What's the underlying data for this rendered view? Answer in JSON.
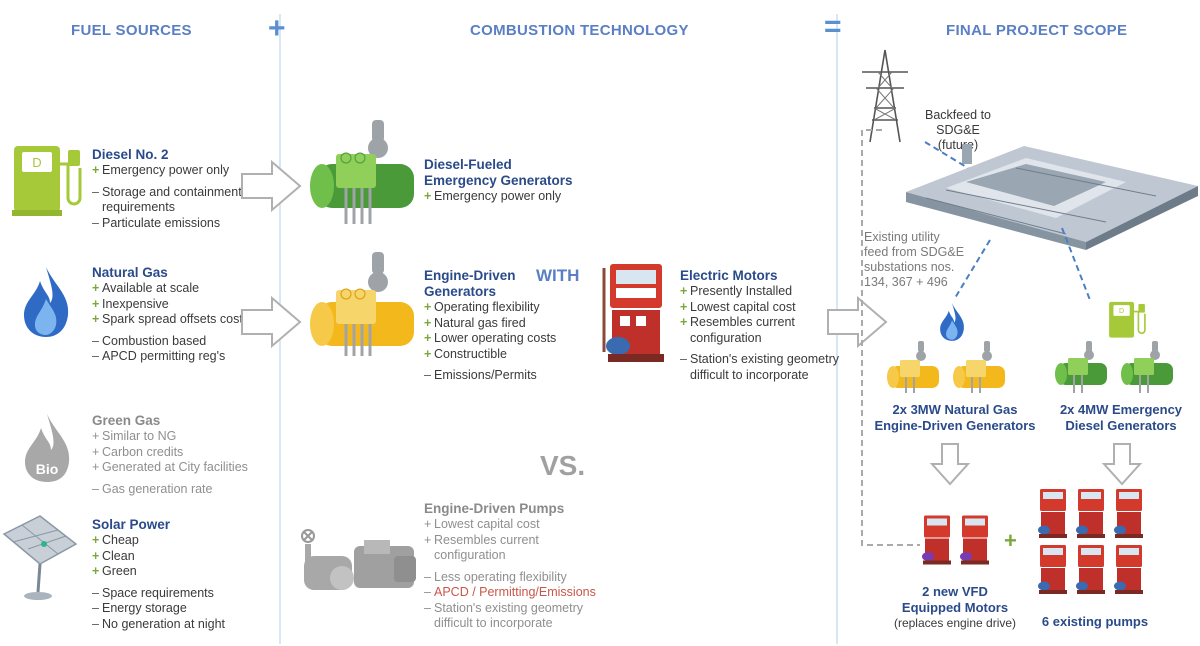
{
  "headers": {
    "fuel_sources": "FUEL SOURCES",
    "combustion_technology": "COMBUSTION TECHNOLOGY",
    "final_project_scope": "FINAL PROJECT SCOPE",
    "plus_symbol": "+",
    "equals_symbol": "="
  },
  "fuels": [
    {
      "title": "Diesel No. 2",
      "icon_label": "D",
      "lines": [
        {
          "s": "+",
          "t": "Emergency power only"
        },
        {
          "s": "–",
          "t": "Storage and containment"
        },
        {
          "s": "",
          "t": "requirements"
        },
        {
          "s": "–",
          "t": "Particulate emissions"
        }
      ]
    },
    {
      "title": "Natural Gas",
      "lines": [
        {
          "s": "+",
          "t": "Available at scale"
        },
        {
          "s": "+",
          "t": "Inexpensive"
        },
        {
          "s": "+",
          "t": "Spark spread offsets costs"
        },
        {
          "s": "–",
          "t": "Combustion based"
        },
        {
          "s": "–",
          "t": "APCD permitting reg's"
        }
      ]
    },
    {
      "title": "Green Gas",
      "icon_label": "Bio",
      "lines": [
        {
          "s": "+",
          "t": "Similar to NG"
        },
        {
          "s": "+",
          "t": "Carbon credits"
        },
        {
          "s": "+",
          "t": "Generated at City facilities"
        },
        {
          "s": "–",
          "t": "Gas generation rate"
        }
      ]
    },
    {
      "title": "Solar Power",
      "lines": [
        {
          "s": "+",
          "t": "Cheap"
        },
        {
          "s": "+",
          "t": "Clean"
        },
        {
          "s": "+",
          "t": "Green"
        },
        {
          "s": "–",
          "t": "Space requirements"
        },
        {
          "s": "–",
          "t": "Energy storage"
        },
        {
          "s": "–",
          "t": "No generation at night"
        }
      ]
    }
  ],
  "technologies": {
    "diesel_generators": {
      "title1": "Diesel-Fueled",
      "title2": "Emergency Generators",
      "lines": [
        {
          "s": "+",
          "t": "Emergency power only"
        }
      ]
    },
    "engine_generators": {
      "title1": "Engine-Driven",
      "title2": "Generators",
      "lines": [
        {
          "s": "+",
          "t": "Operating flexibility"
        },
        {
          "s": "+",
          "t": "Natural gas fired"
        },
        {
          "s": "+",
          "t": "Lower operating costs"
        },
        {
          "s": "+",
          "t": "Constructible"
        },
        {
          "s": "–",
          "t": "Emissions/Permits"
        }
      ]
    },
    "with_label": "WITH",
    "electric_motors": {
      "title": "Electric Motors",
      "lines": [
        {
          "s": "+",
          "t": "Presently Installed"
        },
        {
          "s": "+",
          "t": "Lowest capital cost"
        },
        {
          "s": "+",
          "t": "Resembles current"
        },
        {
          "s": "",
          "t": "configuration"
        },
        {
          "s": "–",
          "t": "Station's existing geometry"
        },
        {
          "s": "",
          "t": "difficult to incorporate"
        }
      ]
    },
    "vs_label": "VS.",
    "engine_pumps": {
      "title": "Engine-Driven Pumps",
      "lines": [
        {
          "s": "+",
          "t": "Lowest capital cost"
        },
        {
          "s": "+",
          "t": "Resembles current"
        },
        {
          "s": "",
          "t": "configuration"
        },
        {
          "s": "–",
          "t": "Less operating flexibility"
        },
        {
          "s": "–",
          "t": "APCD / Permitting/Emissions"
        },
        {
          "s": "–",
          "t": "Station's existing geometry"
        },
        {
          "s": "",
          "t": "difficult to incorporate"
        }
      ]
    }
  },
  "scope": {
    "backfeed": [
      "Backfeed to SDG&E",
      "(future)"
    ],
    "utility_feed": [
      "Existing utility",
      "feed from SDG&E",
      "substations nos.",
      "134, 367 + 496"
    ],
    "ng_generators": [
      "2x 3MW Natural Gas",
      "Engine-Driven Generators"
    ],
    "diesel_generators": [
      "2x 4MW Emergency",
      "Diesel Generators"
    ],
    "diesel_icon_label": "D",
    "vfd_motors": [
      "2 new VFD",
      "Equipped Motors"
    ],
    "vfd_note": "(replaces engine drive)",
    "plus_symbol": "+",
    "existing_pumps": "6 existing pumps"
  },
  "colors": {
    "header_blue": "#5a7fc4",
    "title_blue": "#2a4a8a",
    "plus_green": "#7aa83a",
    "diesel_green": "#a6c93a",
    "gen_green": "#4a9a3a",
    "gen_yellow": "#f3b81c",
    "motor_red": "#d33a2c",
    "divider": "#d7e7f6",
    "gray": "#8a8a8a"
  }
}
